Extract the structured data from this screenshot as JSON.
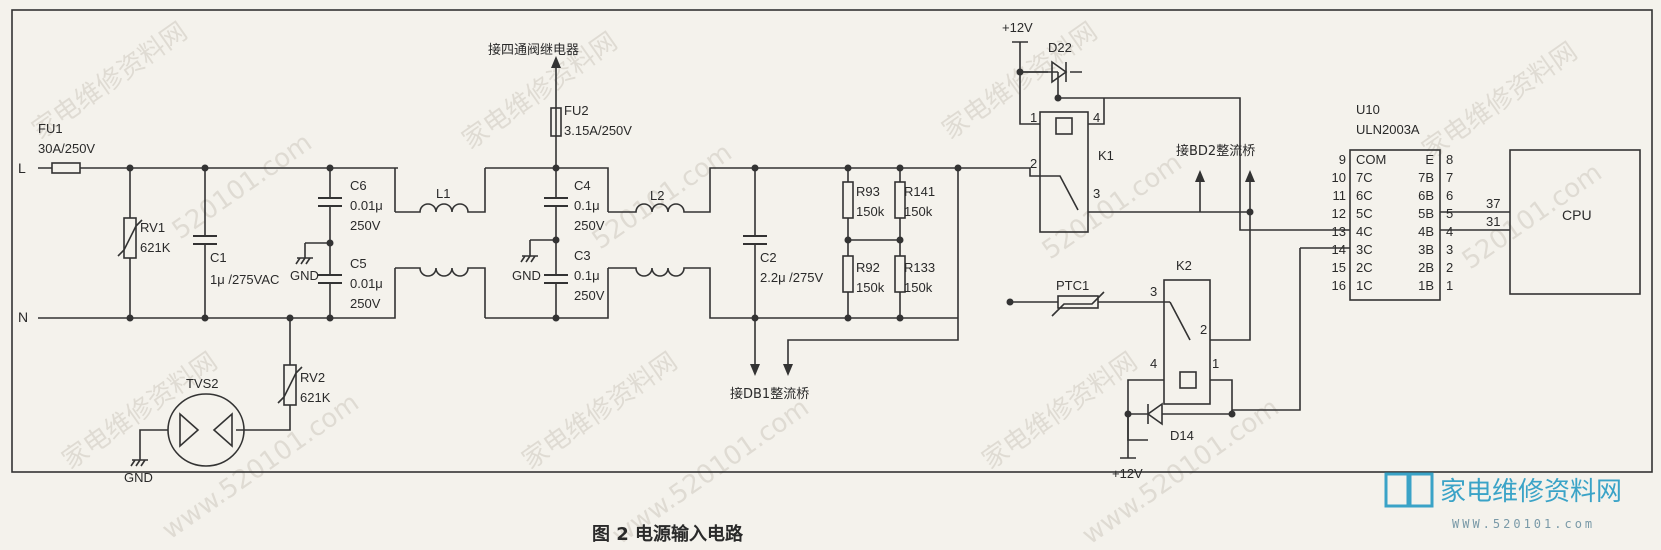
{
  "watermark": {
    "cn": "家电维修资料网",
    "url": "520101.com",
    "url_www": "www.520101.com",
    "logo_cn": "家电维修资料网",
    "logo_url": "WWW.520101.com",
    "logo_color": "#3aa3c7"
  },
  "caption": "图 2   电源输入电路",
  "labels": {
    "L": "L",
    "N": "N",
    "FU1": "FU1",
    "FU1_val": "30A/250V",
    "RV1": "RV1",
    "RV1_val": "621K",
    "C1": "C1",
    "C1_val": "1μ /275VAC",
    "RV2": "RV2",
    "RV2_val": "621K",
    "TVS2": "TVS2",
    "GND": "GND",
    "C6": "C6",
    "C6_val": "0.01μ",
    "C6_v": "250V",
    "C5": "C5",
    "C5_val": "0.01μ",
    "C5_v": "250V",
    "L1": "L1",
    "FU2": "FU2",
    "FU2_val": "3.15A/250V",
    "to_valve": "接四通阀继电器",
    "C4": "C4",
    "C4_val": "0.1μ",
    "C4_v": "250V",
    "C3": "C3",
    "C3_val": "0.1μ",
    "C3_v": "250V",
    "L2": "L2",
    "C2": "C2",
    "C2_val": "2.2μ /275V",
    "R93": "R93",
    "R93_val": "150k",
    "R141": "R141",
    "R141_val": "150k",
    "R92": "R92",
    "R92_val": "150k",
    "R133": "R133",
    "R133_val": "150k",
    "to_DB1": "接DB1整流桥",
    "plus12_top": "+12V",
    "plus12_bot": "+12V",
    "D22": "D22",
    "D14": "D14",
    "K1": "K1",
    "K2": "K2",
    "PTC1": "PTC1",
    "to_BD2": "接BD2整流桥",
    "U10": "U10",
    "ULN": "ULN2003A",
    "CPU": "CPU",
    "pin37": "37",
    "pin31": "31",
    "k1p1": "1",
    "k1p2": "2",
    "k1p3": "3",
    "k1p4": "4",
    "k2p1": "1",
    "k2p2": "2",
    "k2p3": "3",
    "k2p4": "4"
  },
  "uln_left": [
    {
      "n": "9",
      "s": "COM"
    },
    {
      "n": "10",
      "s": "7C"
    },
    {
      "n": "11",
      "s": "6C"
    },
    {
      "n": "12",
      "s": "5C"
    },
    {
      "n": "13",
      "s": "4C"
    },
    {
      "n": "14",
      "s": "3C"
    },
    {
      "n": "15",
      "s": "2C"
    },
    {
      "n": "16",
      "s": "1C"
    }
  ],
  "uln_right": [
    {
      "n": "8",
      "s": "E"
    },
    {
      "n": "7",
      "s": "7B"
    },
    {
      "n": "6",
      "s": "6B"
    },
    {
      "n": "5",
      "s": "5B"
    },
    {
      "n": "4",
      "s": "4B"
    },
    {
      "n": "3",
      "s": "3B"
    },
    {
      "n": "2",
      "s": "2B"
    },
    {
      "n": "1",
      "s": "1B"
    }
  ]
}
